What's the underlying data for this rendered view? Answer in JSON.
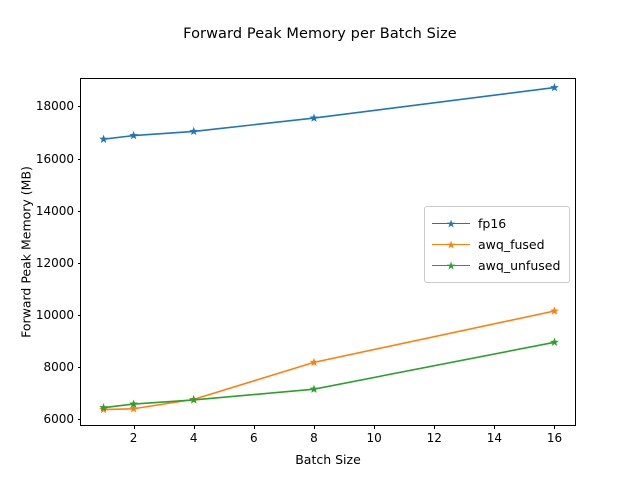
{
  "chart_data": {
    "type": "line",
    "title": "Forward Peak Memory per Batch Size",
    "xlabel": "Batch Size",
    "ylabel": "Forward Peak Memory (MB)",
    "x": [
      1,
      2,
      4,
      8,
      16
    ],
    "xlim": [
      0.25,
      16.75
    ],
    "ylim": [
      5700,
      19050
    ],
    "xticks": [
      2,
      4,
      6,
      8,
      10,
      12,
      14,
      16
    ],
    "xticklabels": [
      "2",
      "4",
      "6",
      "8",
      "10",
      "12",
      "14",
      "16"
    ],
    "yticks": [
      6000,
      8000,
      10000,
      12000,
      14000,
      16000,
      18000
    ],
    "yticklabels": [
      "6000",
      "8000",
      "10000",
      "12000",
      "14000",
      "16000",
      "18000"
    ],
    "grid": false,
    "legend_position": "center right",
    "marker": "star",
    "series": [
      {
        "name": "fp16",
        "color": "#1f77b4",
        "values": [
          16740,
          16880,
          17040,
          17550,
          18720
        ]
      },
      {
        "name": "awq_fused",
        "color": "#ff7f0e",
        "values": [
          6370,
          6400,
          6760,
          8180,
          10150
        ]
      },
      {
        "name": "awq_unfused",
        "color": "#2ca02c",
        "values": [
          6440,
          6580,
          6740,
          7150,
          8950
        ]
      }
    ]
  }
}
